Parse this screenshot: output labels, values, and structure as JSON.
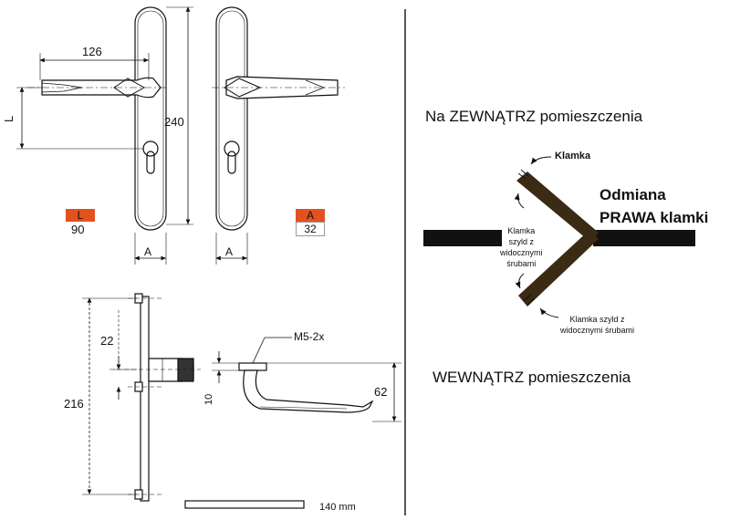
{
  "dimensions": {
    "handle_length": "126",
    "plate_height": "240",
    "distance_label": "L",
    "width_label_left": "A",
    "width_label_right": "A",
    "spindle_offset": "22",
    "screw_spacing": "216",
    "screw_spec": "M5-2x",
    "rose_height": "10",
    "handle_projection": "62",
    "plate_width": "140 mm"
  },
  "badges": {
    "L": {
      "letter": "L",
      "value": "90"
    },
    "A": {
      "letter": "A",
      "value": "32"
    }
  },
  "orientation": {
    "outside_text": "Na ZEWNĄTRZ pomieszczenia",
    "inside_text": "WEWNĄTRZ pomieszczenia",
    "variant_line1": "Odmiana",
    "variant_line2": "PRAWA klamki",
    "handle_label": "Klamka",
    "plate_label_left": [
      "Klamka",
      "szyld z",
      "widocznymi",
      "śrubami"
    ],
    "plate_label_bottom": [
      "Klamka szyld z",
      "widocznymi śrubami"
    ]
  },
  "colors": {
    "badge": "#e2521e",
    "door": "#111111",
    "leaf": "#3b2a14"
  }
}
